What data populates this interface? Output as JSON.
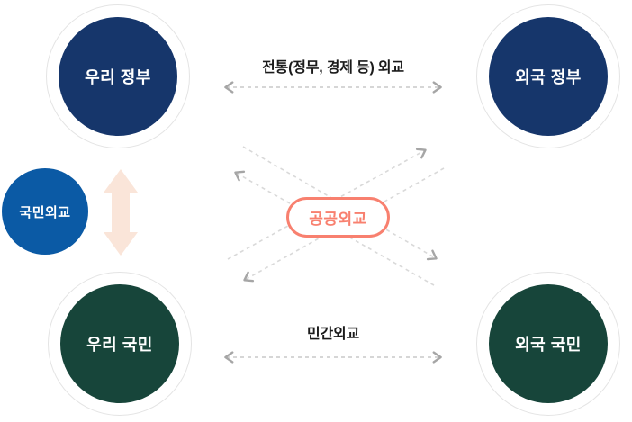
{
  "colors": {
    "navy": "#16366b",
    "green": "#17453a",
    "blue": "#0b5aa5",
    "coral": "#f8806f",
    "peach": "#fae5d9",
    "ring_border": "#e4e4e4",
    "dash_gray": "#c9c9c9",
    "dash_light": "#d9d9d9",
    "chevron_gray": "#a6a6a6",
    "label_text": "#1b1b1b"
  },
  "nodes": {
    "our_government": "우리 정부",
    "foreign_government": "외국 정부",
    "our_people": "우리 국민",
    "foreign_people": "외국 국민",
    "citizen_diplomacy": "국민외교",
    "public_diplomacy": "공공외교"
  },
  "edge_labels": {
    "traditional": "전통(정무, 경제 등) 외교",
    "civilian": "민간외교"
  }
}
